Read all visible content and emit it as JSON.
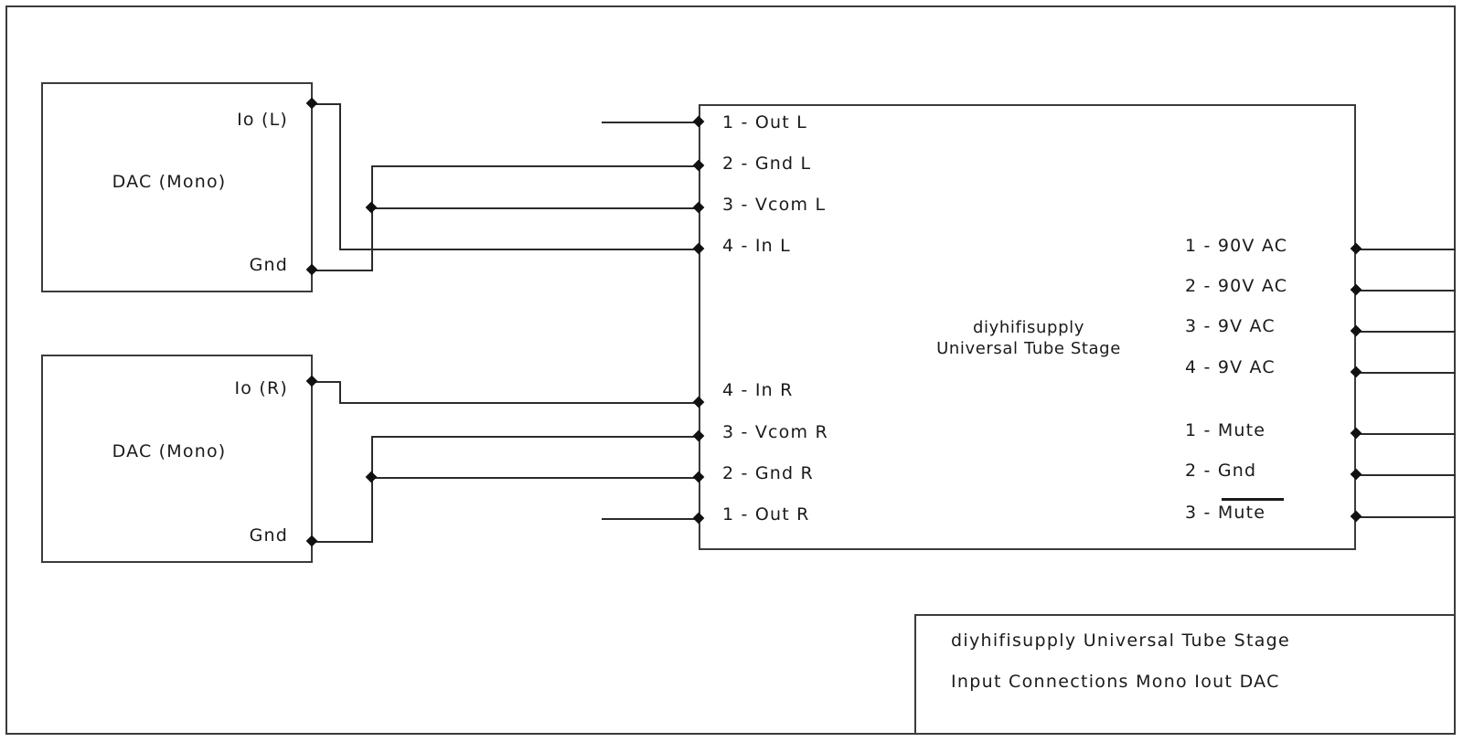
{
  "drawing": {
    "title_block": {
      "line1": "diyhifisupply Universal Tube Stage",
      "line2": "Input Connections Mono Iout DAC"
    },
    "stroke_color": "#2b2b2b",
    "text_color": "#1a1a1a",
    "background": "#ffffff"
  },
  "blocks": {
    "dac_left": {
      "name": "DAC (Mono)",
      "pins": {
        "signal": "Io (L)",
        "ground": "Gnd"
      }
    },
    "dac_right": {
      "name": "DAC (Mono)",
      "pins": {
        "signal": "Io (R)",
        "ground": "Gnd"
      }
    },
    "tube_stage": {
      "name_line1": "diyhifisupply",
      "name_line2": "Universal Tube Stage",
      "left_pins_top": [
        "1 - Out L",
        "2 - Gnd L",
        "3 - Vcom L",
        "4 - In L"
      ],
      "left_pins_bottom": [
        "4 - In R",
        "3 - Vcom R",
        "2 - Gnd R",
        "1 - Out R"
      ],
      "right_pins_power": [
        "1 - 90V AC",
        "2 - 90V AC",
        "3 - 9V AC",
        "4 - 9V AC"
      ],
      "right_pins_mute": [
        "1 - Mute",
        "2 - Gnd",
        "3 - Mute"
      ],
      "mute_inverted_label": "3 - Mute",
      "mute_inverted_note": "overline"
    }
  }
}
